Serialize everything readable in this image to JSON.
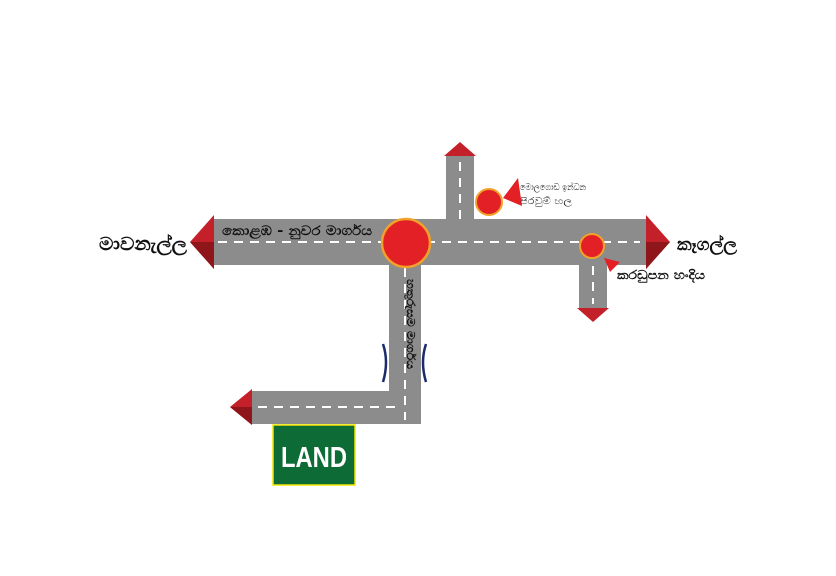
{
  "colors": {
    "road": "#8c8c8c",
    "dash": "#ffffff",
    "arrow": "#c4202a",
    "arrow_dark": "#8e1519",
    "marker": "#e32026",
    "marker_ring": "#f2a12a",
    "land_bg": "#0d6b35",
    "land_border": "#f3e600",
    "bridge": "#1a2a6b"
  },
  "labels": {
    "west_town": "මාවනැල්ල",
    "east_town": "කෑගල්ල",
    "main_road": "කොළඹ - නුවර මාර්ගය",
    "side_road": "හතුරුසම මාර්ගය",
    "school_line1": "මොලගොඩ ඉන්ධන",
    "school_line2": "පිරවුම් හල",
    "junction": "කරඩුපන හංදිය",
    "land": "LAND"
  },
  "icons": {
    "road_end_arrows": "triangle-arrow-icon",
    "markers": "circle-marker-icon",
    "bridge": "bridge-bracket-icon"
  }
}
